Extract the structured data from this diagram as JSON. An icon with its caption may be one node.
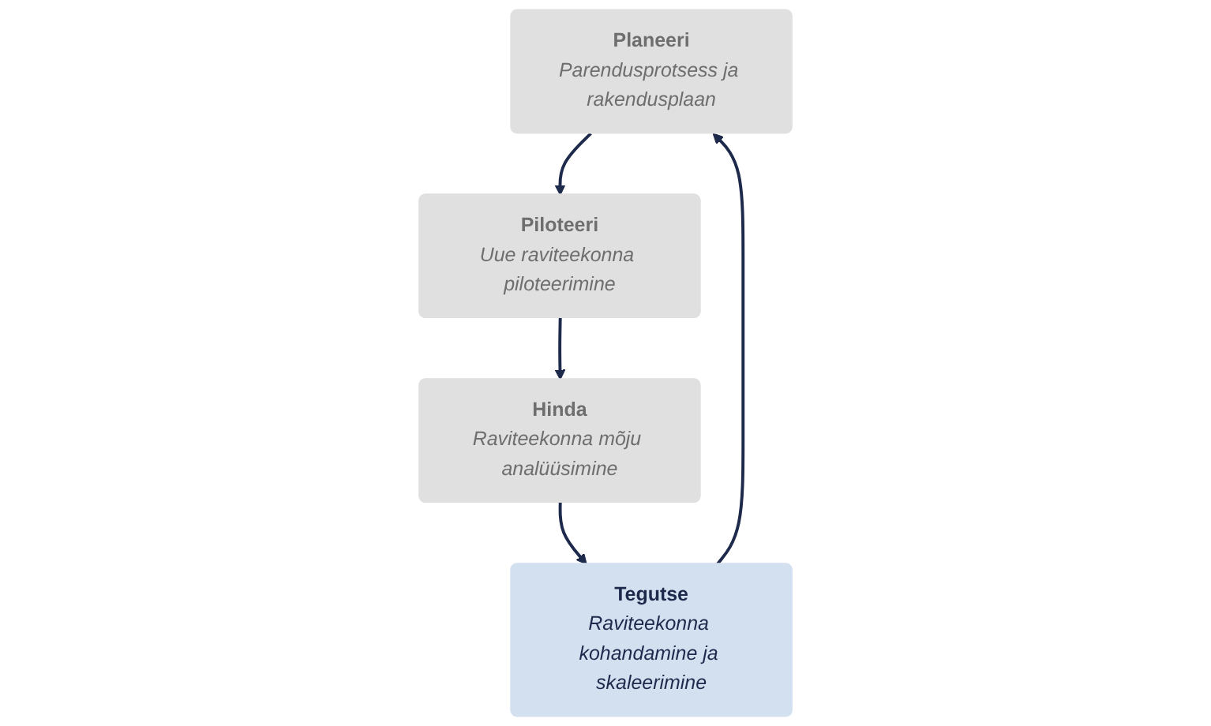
{
  "diagram": {
    "nodes": [
      {
        "text": [
          "Planeeri",
          "Parendusprotsess ja rakendusplaan"
        ]
      },
      {
        "text": [
          "Tegutse",
          "Raviteekonna kohandamine ja skaleerimine"
        ]
      },
      {
        "text": [
          "Piloteeri",
          "Uue raviteekonna piloteerimine"
        ]
      },
      {
        "text": [
          "Hinda",
          "Raviteekonna mõju analüüsimine"
        ]
      }
    ],
    "edges": [
      {
        "from": 1,
        "to": 0,
        "arrow": "to"
      },
      {
        "from": 0,
        "to": 2,
        "arrow": "to"
      },
      {
        "from": 2,
        "to": 3,
        "arrow": "to"
      },
      {
        "from": 3,
        "to": 1,
        "arrow": "to"
      }
    ]
  }
}
